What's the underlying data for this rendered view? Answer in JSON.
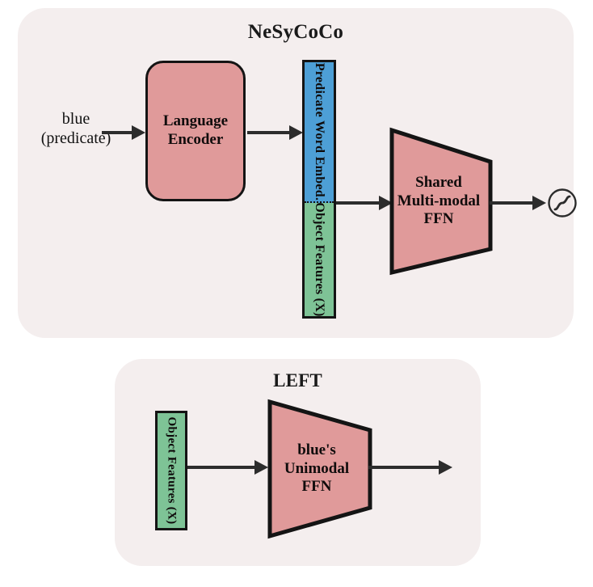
{
  "figure": {
    "kind": "architecture-diagram",
    "background_color": "#ffffff"
  },
  "colors": {
    "panel_background": "#f4eeee",
    "box_salmon": "#e09a9a",
    "bar_blue": "#4d9fd6",
    "bar_green": "#7ec396",
    "stroke": "#141414",
    "arrow": "#2c2c2c",
    "text": "#111111"
  },
  "panels": [
    {
      "id": "nesycoco",
      "title": "NeSyCoCo",
      "nodes": {
        "input_label_line1": "blue",
        "input_label_line2": "(predicate)",
        "language_encoder": "Language\nEncoder",
        "language_encoder_line1": "Language",
        "language_encoder_line2": "Encoder",
        "predicate_word_embed": "Predicate Word Embed.",
        "object_features": "Object Features (X)",
        "shared_ffn_line1": "Shared",
        "shared_ffn_line2": "Multi-modal",
        "shared_ffn_line3": "FFN",
        "output_icon": "sigmoid-icon"
      },
      "edges": [
        {
          "from": "input_label",
          "to": "language_encoder"
        },
        {
          "from": "language_encoder",
          "to": "predicate_word_embed"
        },
        {
          "from": "feature_bar",
          "to": "shared_ffn"
        },
        {
          "from": "shared_ffn",
          "to": "sigmoid_output"
        }
      ]
    },
    {
      "id": "left",
      "title": "LEFT",
      "nodes": {
        "object_features": "Object Features (X)",
        "unimodal_ffn_line1": "blue's",
        "unimodal_ffn_line2": "Unimodal",
        "unimodal_ffn_line3": "FFN"
      },
      "edges": [
        {
          "from": "object_features",
          "to": "unimodal_ffn"
        },
        {
          "from": "unimodal_ffn",
          "to": "output"
        }
      ]
    }
  ]
}
